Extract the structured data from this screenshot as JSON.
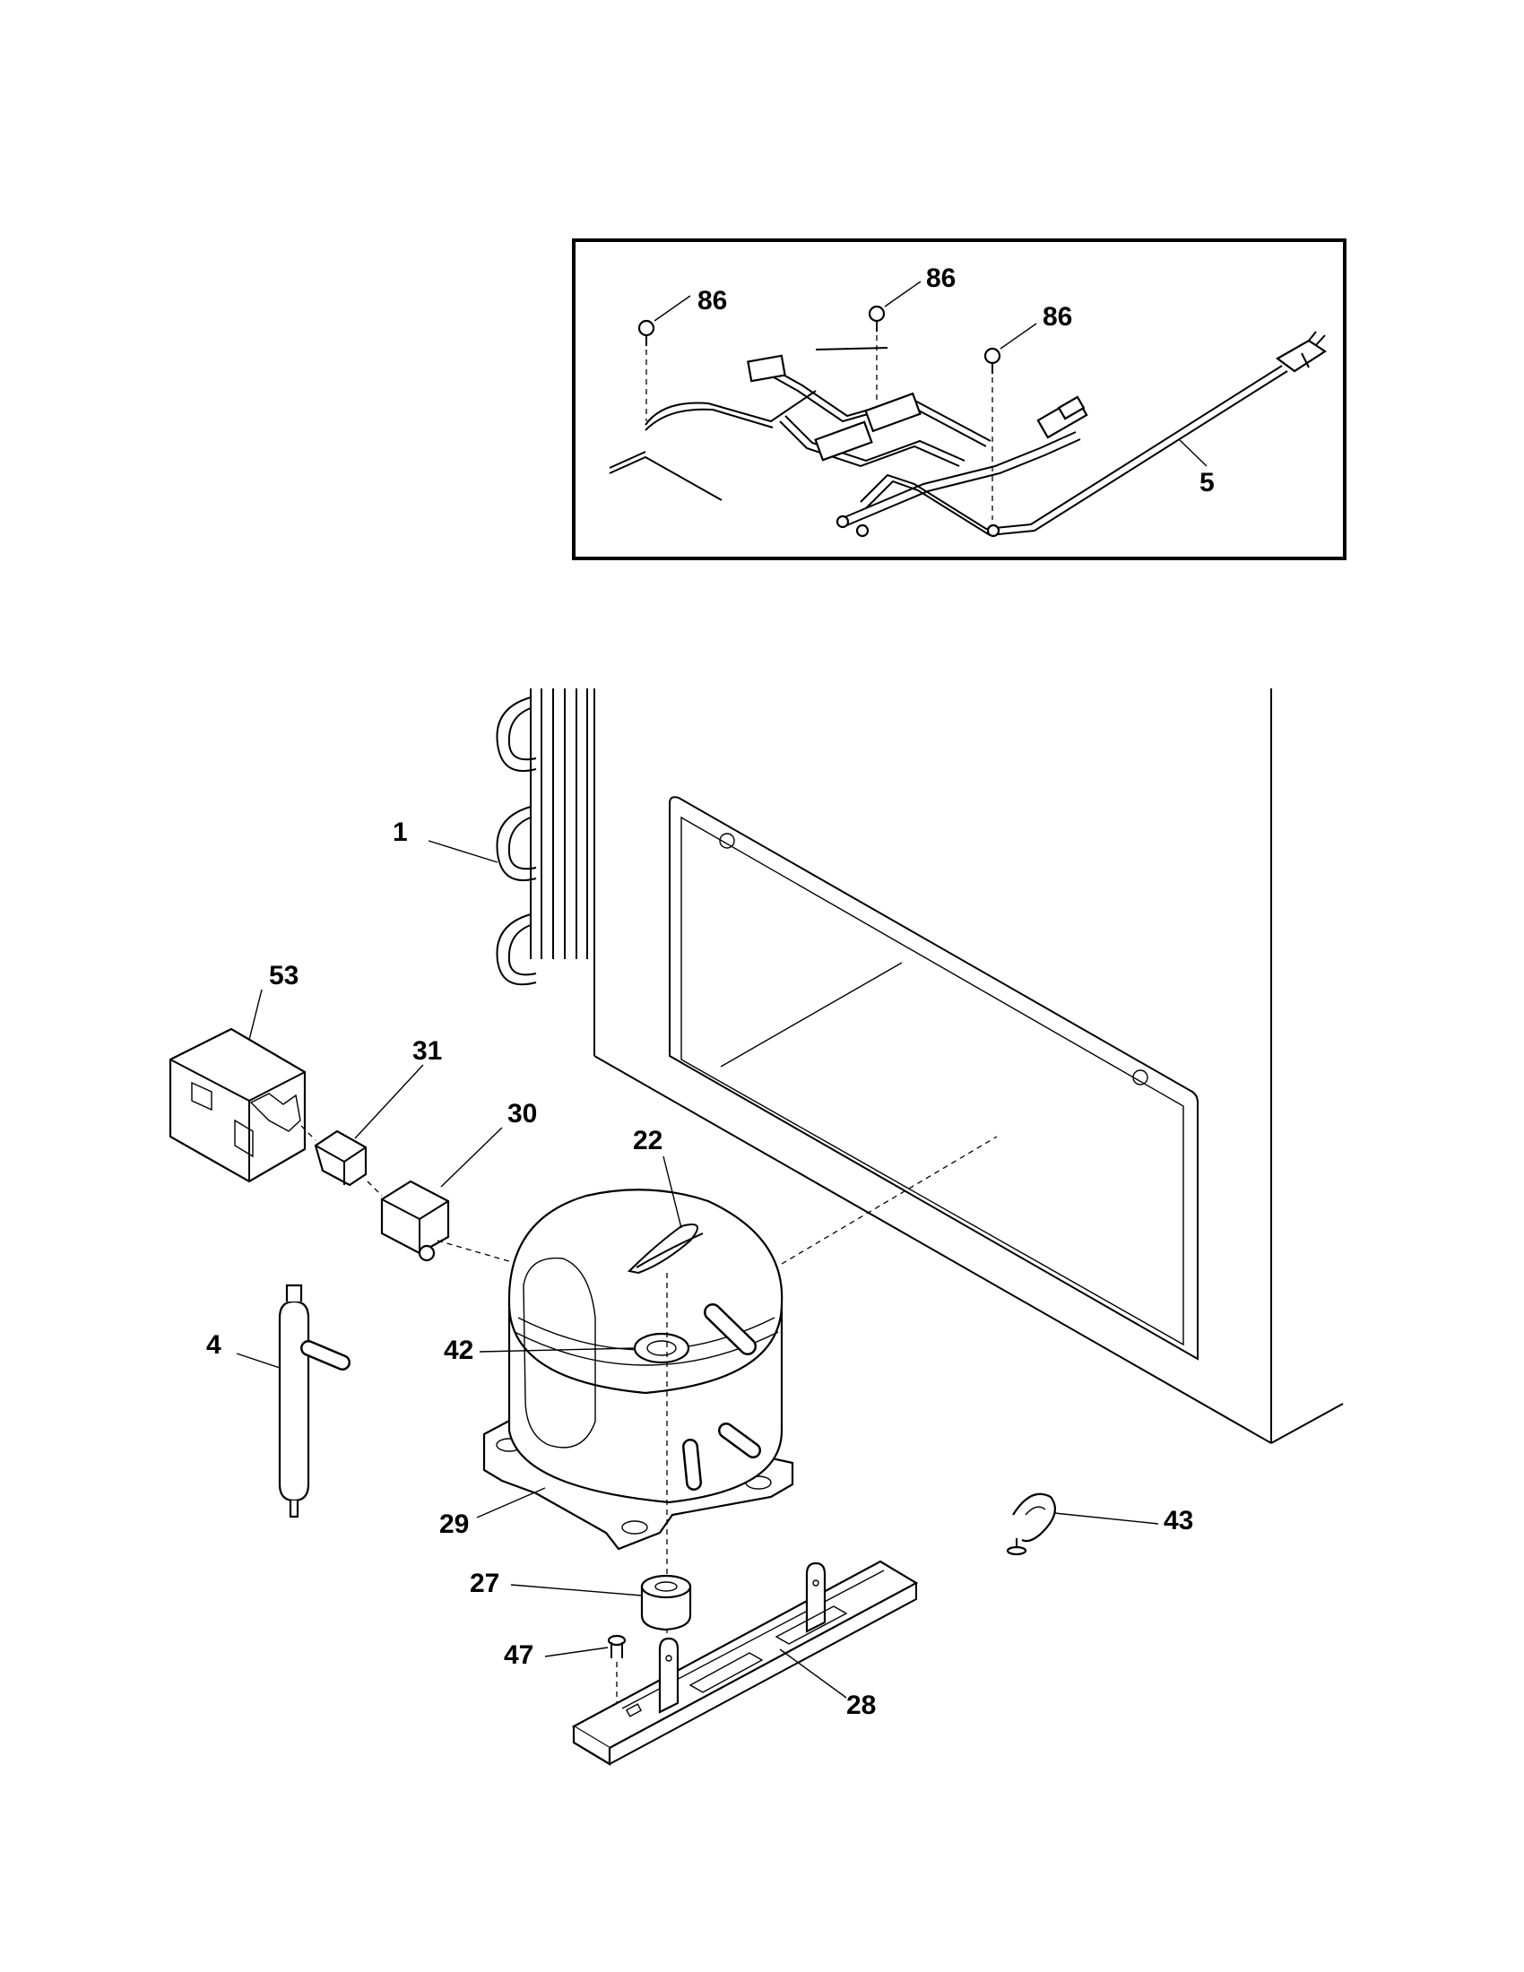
{
  "diagram": {
    "inset_callouts": [
      "86",
      "86",
      "86",
      "5"
    ],
    "callouts": {
      "p1": "1",
      "p53": "53",
      "p31": "31",
      "p30": "30",
      "p22": "22",
      "p4": "4",
      "p42": "42",
      "p29": "29",
      "p43": "43",
      "p27": "27",
      "p47": "47",
      "p28": "28"
    }
  }
}
